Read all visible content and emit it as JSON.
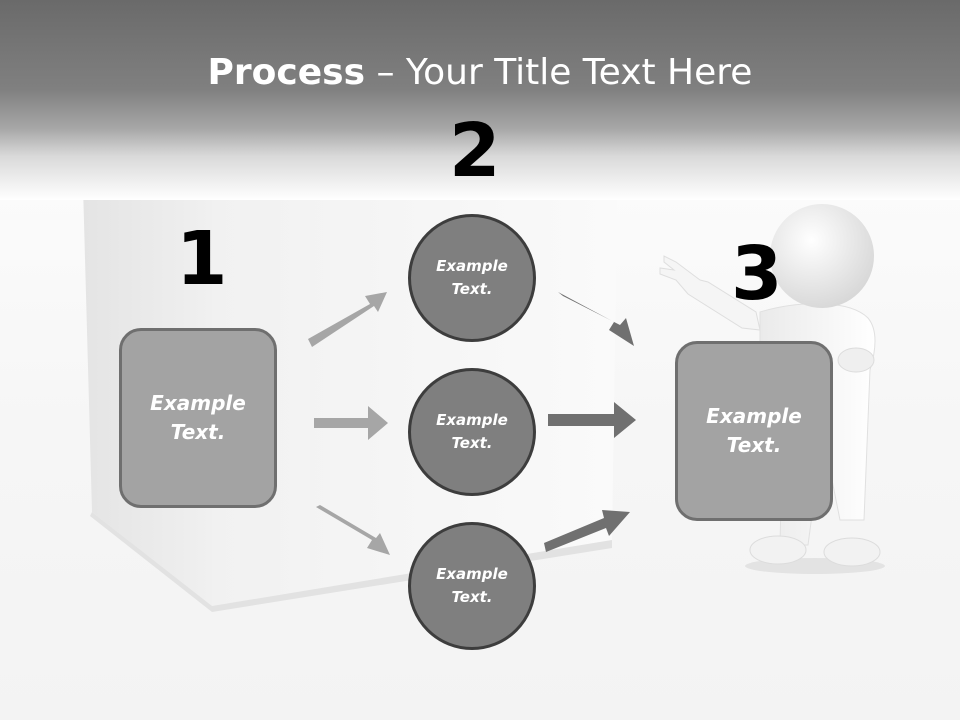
{
  "title": {
    "bold": "Process",
    "rest": " – Your Title Text Here"
  },
  "steps": [
    {
      "number": "1",
      "text": "Example\nText."
    },
    {
      "number": "2",
      "items": [
        "Example\nText.",
        "Example\nText.",
        "Example\nText."
      ]
    },
    {
      "number": "3",
      "text": "Example\nText."
    }
  ],
  "colors": {
    "light_box": "#a3a3a3",
    "circle": "#7f7f7f",
    "arrow_light": "#a6a6a6",
    "arrow_dark": "#707070"
  }
}
